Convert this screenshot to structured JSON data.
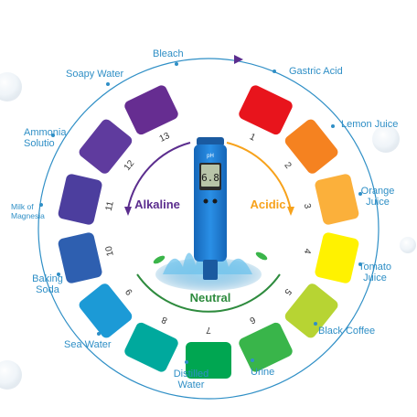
{
  "scale": {
    "segments": [
      {
        "ph": "1",
        "color": "#e8141c"
      },
      {
        "ph": "2",
        "color": "#f58220"
      },
      {
        "ph": "3",
        "color": "#fbb03b"
      },
      {
        "ph": "4",
        "color": "#fff200"
      },
      {
        "ph": "5",
        "color": "#b7d433"
      },
      {
        "ph": "6",
        "color": "#39b54a"
      },
      {
        "ph": "7",
        "color": "#00a651"
      },
      {
        "ph": "8",
        "color": "#00a99d"
      },
      {
        "ph": "9",
        "color": "#1c9ad6"
      },
      {
        "ph": "10",
        "color": "#2e5fb0"
      },
      {
        "ph": "11",
        "color": "#4c3e9e"
      },
      {
        "ph": "12",
        "color": "#5f3b9e"
      },
      {
        "ph": "13",
        "color": "#662d91"
      }
    ]
  },
  "labels": {
    "bleach": "Bleach",
    "soapy_water": "Soapy Water",
    "gastric_acid": "Gastric Acid",
    "ammonia": [
      "Ammonia",
      "Solutio"
    ],
    "lemon_juice": "Lemon Juice",
    "milk_of_magnesia": [
      "Milk of",
      "Magnesia"
    ],
    "orange_juice": [
      "Orange",
      "Juice"
    ],
    "tomato_juice": [
      "Tomato",
      "Juice"
    ],
    "baking_soda": [
      "Baking",
      "Soda"
    ],
    "black_coffee": "Black Coffee",
    "sea_water": "Sea Water",
    "distilled_water": [
      "Distilled",
      "Water"
    ],
    "urine": "Urine"
  },
  "center": {
    "alkaline": "Alkaline",
    "acidic": "Acidic",
    "neutral": "Neutral",
    "meter_brand": "pH",
    "meter_reading": "6.8"
  },
  "colors": {
    "ring": "#2f8fc6",
    "alkaline": "#5b2d8e",
    "acidic": "#f7a21b",
    "neutral": "#2e8b3e",
    "meter": "#1f7fd1"
  }
}
